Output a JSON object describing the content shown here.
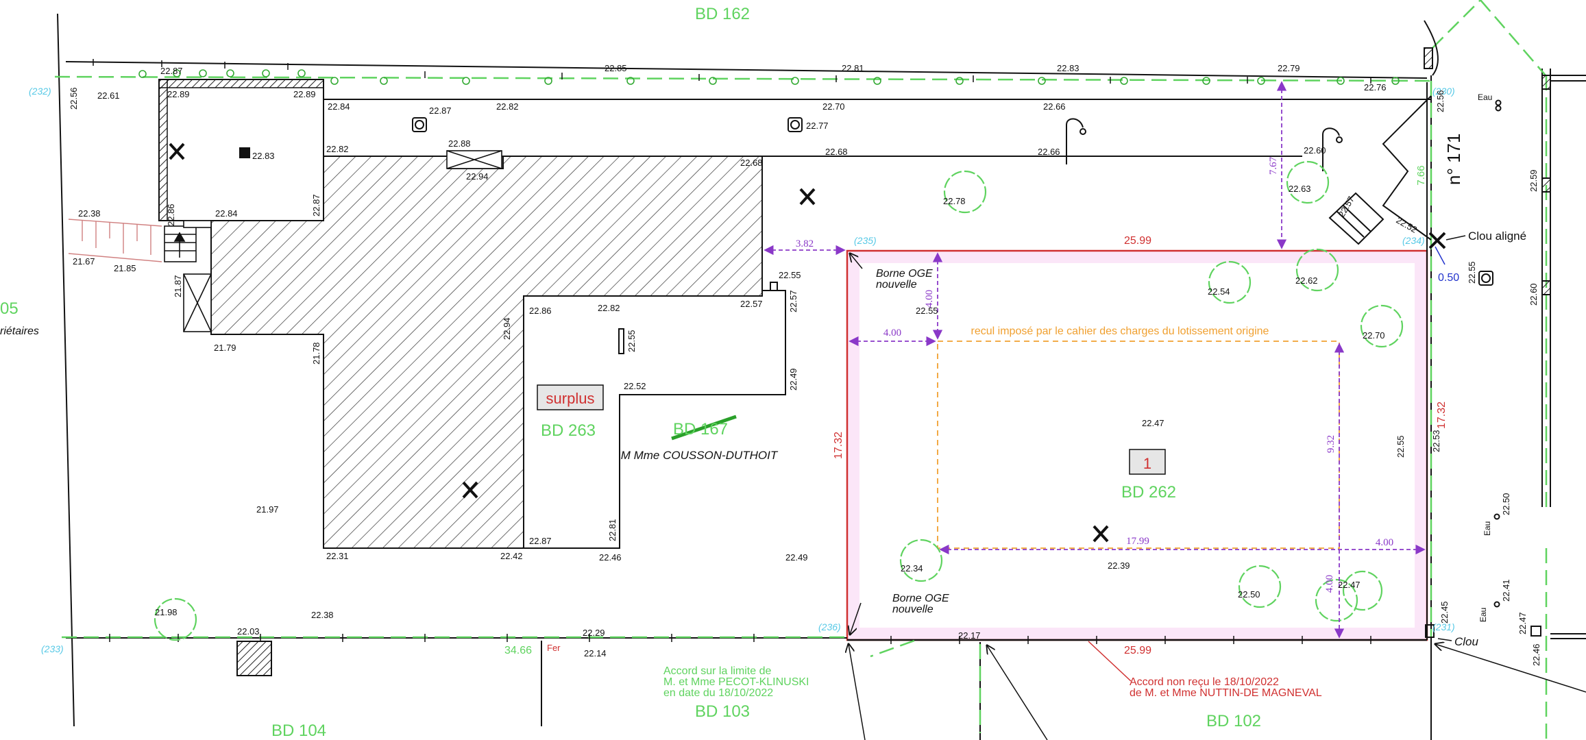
{
  "parcels": {
    "bd162": "BD 162",
    "bd263": "BD 263",
    "bd167": "BD 167",
    "bd262": "BD 262",
    "bd104": "BD 104",
    "bd103": "BD 103",
    "bd102": "BD 102",
    "bd105_partial": "05",
    "proprietaires_partial": "riétaires",
    "n171": "n° 171"
  },
  "owners": {
    "cousson": "M Mme COUSSON-DUTHOIT"
  },
  "boxes": {
    "surplus": "surplus",
    "lot1": "1"
  },
  "notes": {
    "borne1_l1": "Borne OGE",
    "borne1_l2": "nouvelle",
    "borne2_l1": "Borne OGE",
    "borne2_l2": "nouvelle",
    "clou_aligne": "Clou aligné",
    "clou": "Clou",
    "recul": "recul imposé par le cahier des charges du lotissement origine",
    "accord_l1": "Accord sur la limite de",
    "accord_l2": "M. et Mme PECOT-KLINUSKI",
    "accord_l3": "en date du 18/10/2022",
    "nonrecu_l1": "Accord non reçu le 18/10/2022",
    "nonrecu_l2": "de M. et Mme NUTTIN-DE MAGNEVAL",
    "fer": "Fer",
    "eau1": "Eau",
    "eau2": "Eau",
    "eau3": "Eau"
  },
  "stations": {
    "s232": "(232)",
    "s230": "(230)",
    "s235": "(235)",
    "s234": "(234)",
    "s233": "(233)",
    "s236": "(236)",
    "s231": "(231)"
  },
  "dims": {
    "top": "25.99",
    "bottom": "25.99",
    "left": "17.32",
    "right": "17.32",
    "offset": "0.50",
    "bd104_len": "34.66",
    "d382": "3.82",
    "d400a": "4.00",
    "d400b": "4.00",
    "d400c": "4.00",
    "d400d": "4.00",
    "d767": "7.67",
    "d766": "7.66",
    "d932": "9.32",
    "d1799": "17.99"
  },
  "elevations": {
    "e01": "22.87",
    "e02": "22.61",
    "e03": "22.56",
    "e04": "22.89",
    "e05": "22.89",
    "e06": "22.85",
    "e07": "22.81",
    "e08": "22.83",
    "e09": "22.79",
    "e10": "22.76",
    "e11": "22.84",
    "e12": "22.87",
    "e13": "22.82",
    "e14": "22.70",
    "e15": "22.66",
    "e16": "22.56",
    "e17": "22.83",
    "e18": "22.77",
    "e19": "22.82",
    "e20": "22.88",
    "e21": "22.94",
    "e22": "22.68",
    "e23": "22.68",
    "e24": "22.66",
    "e25": "22.60",
    "e26": "22.63",
    "e27": "22.78",
    "e28": "22.57",
    "e29": "22.52",
    "e30": "22.38",
    "e31": "22.86",
    "e32": "22.84",
    "e33": "22.87",
    "e34": "21.67",
    "e35": "21.85",
    "e36": "21.87",
    "e37": "21.79",
    "e38": "21.78",
    "e39": "22.94",
    "e40": "22.86",
    "e41": "22.82",
    "e42": "22.55",
    "e43": "22.52",
    "e44": "22.57",
    "e45": "22.55",
    "e46": "22.57",
    "e47": "22.49",
    "e48": "22.55",
    "e49": "22.54",
    "e50": "22.62",
    "e51": "22.70",
    "e52": "22.47",
    "e53": "22.55",
    "e54": "22.53",
    "e55": "22.55",
    "e56": "22.59",
    "e57": "22.60",
    "e58": "21.97",
    "e59": "22.31",
    "e60": "22.42",
    "e61": "22.87",
    "e62": "22.81",
    "e63": "22.46",
    "e64": "22.49",
    "e65": "22.34",
    "e66": "22.39",
    "e67": "22.50",
    "e68": "22.47",
    "e69": "22.50",
    "e70": "22.41",
    "e71": "22.45",
    "e72": "22.47",
    "e73": "22.46",
    "e74": "21.98",
    "e75": "22.03",
    "e76": "22.38",
    "e77": "22.29",
    "e78": "22.14",
    "e79": "22.17"
  },
  "colors": {
    "parcel_green": "#5fd35f",
    "lot_red": "#d03030",
    "dimension_violet": "#8a38c8",
    "setback_orange": "#f0a030",
    "station_cyan": "#57c9e6",
    "lot_fill": "#fbe6f8"
  }
}
